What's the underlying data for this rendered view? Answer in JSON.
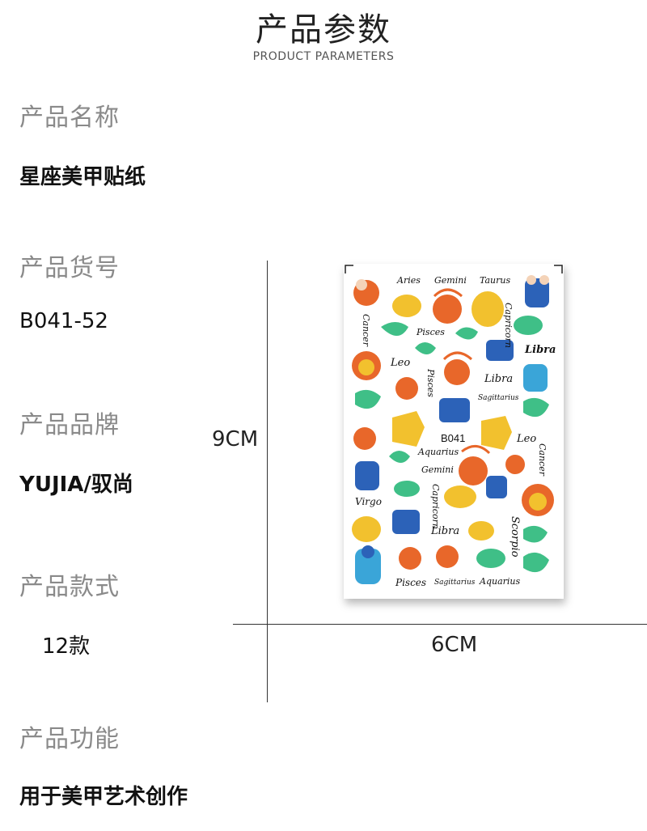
{
  "header": {
    "title": "产品参数",
    "subtitle": "PRODUCT PARAMETERS"
  },
  "specs": [
    {
      "label": "产品名称",
      "value": "星座美甲贴纸"
    },
    {
      "label": "产品货号",
      "value": "B041-52"
    },
    {
      "label": "产品品牌",
      "value": "YUJIA/驭尚"
    },
    {
      "label": "产品款式",
      "value": "12款"
    },
    {
      "label": "产品功能",
      "value": "用于美甲艺术创作"
    }
  ],
  "dimensions": {
    "height": "9CM",
    "width": "6CM"
  },
  "sticker_sheet": {
    "code": "B041",
    "words": [
      "Aries",
      "Gemini",
      "Taurus",
      "Capricorn",
      "Cancer",
      "Pisces",
      "Libra",
      "Leo",
      "Pisces",
      "Libra",
      "Sagittarius",
      "Leo",
      "Cancer",
      "Aquarius",
      "Gemini",
      "Capricorn",
      "Virgo",
      "Libra",
      "Scorpio",
      "Pisces",
      "Sagittarius",
      "Aquarius"
    ],
    "colors": {
      "orange": "#e8672a",
      "yellow": "#f2c12e",
      "green": "#3fbf87",
      "blue": "#2c62b8",
      "teal": "#3aa5d8",
      "skin": "#f4d3b8"
    }
  }
}
